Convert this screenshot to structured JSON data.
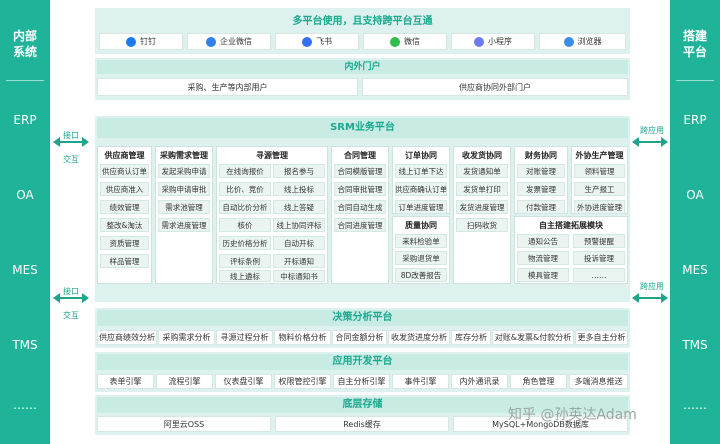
{
  "left_bar": {
    "title": "内部\n系统",
    "items": [
      "ERP",
      "OA",
      "MES",
      "TMS",
      "……"
    ]
  },
  "right_bar": {
    "title": "搭建\n平台",
    "items": [
      "ERP",
      "OA",
      "MES",
      "TMS",
      "……"
    ]
  },
  "arrows": {
    "left_top": "接口\n交互",
    "left_bottom": "接口\n交互",
    "right_top": "跨应用",
    "right_bottom": "跨应用"
  },
  "multi_platform": {
    "title": "多平台使用，且支持跨平台互通",
    "platforms": [
      {
        "label": "钉钉",
        "icon": "dingtalk-icon",
        "color": "#1a7cf5"
      },
      {
        "label": "企业微信",
        "icon": "wecom-icon",
        "color": "#2f80ed"
      },
      {
        "label": "飞书",
        "icon": "feishu-icon",
        "color": "#3370ff"
      },
      {
        "label": "微信",
        "icon": "wechat-icon",
        "color": "#2fbf4a"
      },
      {
        "label": "小程序",
        "icon": "miniprogram-icon",
        "color": "#6c7cf0"
      },
      {
        "label": "浏览器",
        "icon": "browser-icon",
        "color": "#3a8ee6"
      }
    ]
  },
  "portal": {
    "title": "内外门户",
    "internal": "采购、生产等内部用户",
    "external": "供应商协同外部门户"
  },
  "srm": {
    "title": "SRM业务平台",
    "supplier": {
      "title": "供应商管理",
      "items": [
        "供应商认订单",
        "供应商准入",
        "绩效管理",
        "整改&淘汰",
        "资质管理",
        "样品管理"
      ]
    },
    "purchase_req": {
      "title": "采购需求管理",
      "items": [
        "发起采购申请",
        "采购申请审批",
        "需求池管理",
        "需求进度管理"
      ]
    },
    "sourcing": {
      "title": "寻源管理",
      "items": [
        "在线询报价",
        "报名参与",
        "比价、竞价",
        "线上投标",
        "自动比价分析",
        "线上答疑",
        "核价",
        "线上协同评标",
        "历史价格分析",
        "自动开标",
        "评标条例",
        "开标通知",
        "线上遴标",
        "中标通知书"
      ]
    },
    "contract": {
      "title": "合同管理",
      "items": [
        "合同模版管理",
        "合同审批管理",
        "合同自动生成",
        "合同进度管理"
      ]
    },
    "order": {
      "title": "订单协同",
      "items": [
        "线上订单下达",
        "供应商确认订单",
        "订单进度管理"
      ]
    },
    "quality": {
      "title": "质量协同",
      "items": [
        "来料检验单",
        "采购退货单",
        "8D改善报告"
      ]
    },
    "delivery": {
      "title": "收发货协同",
      "items": [
        "发货通知单",
        "发货单打印",
        "发货进度管理",
        "扫码收货"
      ]
    },
    "finance": {
      "title": "财务协同",
      "items": [
        "对账管理",
        "发票管理",
        "付款管理"
      ]
    },
    "outsource": {
      "title": "外协生产管理",
      "items": [
        "领料管理",
        "生产报工",
        "外协进度管理"
      ]
    },
    "custom": {
      "title": "自主搭建拓展模块",
      "items": [
        "通知公告",
        "预警提醒",
        "物流管理",
        "投诉管理",
        "模具管理",
        "……"
      ]
    }
  },
  "analytics": {
    "title": "决策分析平台",
    "items": [
      "供应商绩效分析",
      "采购需求分析",
      "寻源过程分析",
      "物料价格分析",
      "合同金额分析",
      "收发货进度分析",
      "库存分析",
      "对账&发票&付款分析",
      "更多自主分析"
    ]
  },
  "appdev": {
    "title": "应用开发平台",
    "items": [
      "表单引擎",
      "流程引擎",
      "仪表盘引擎",
      "权限管控引擎",
      "自主分析引擎",
      "事件引擎",
      "内外通讯录",
      "角色管理",
      "多端消息推送"
    ]
  },
  "storage": {
    "title": "底层存储",
    "items": [
      "阿里云OSS",
      "Redis缓存",
      "MySQL+MongoDB数据库"
    ]
  },
  "watermark": "知乎 @孙英达Adam"
}
